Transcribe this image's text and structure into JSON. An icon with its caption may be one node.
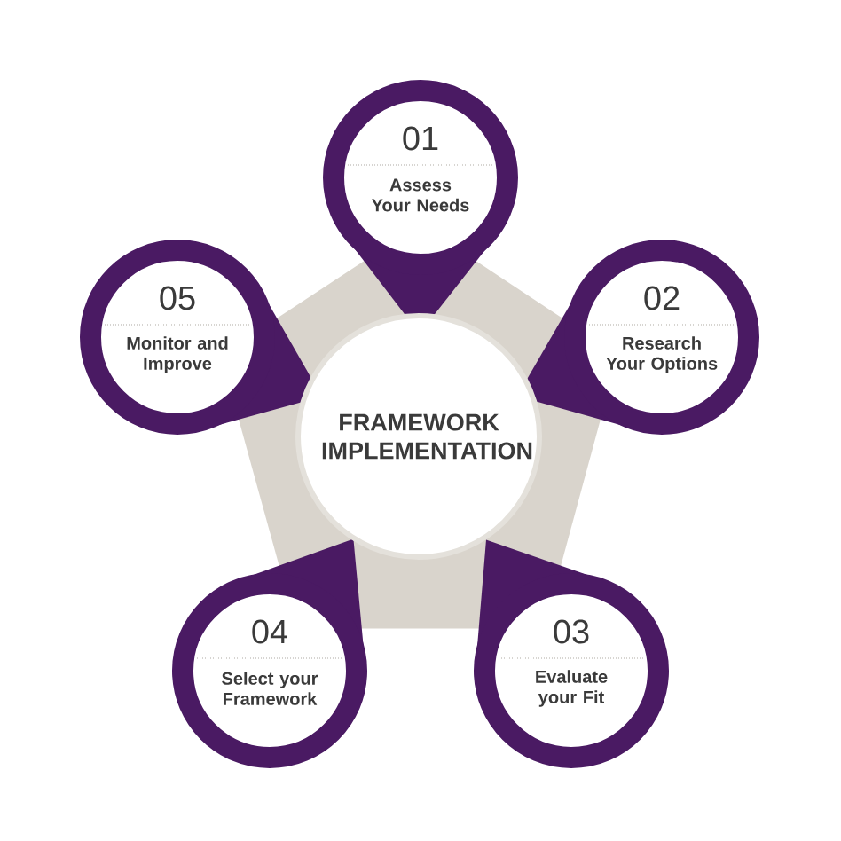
{
  "diagram": {
    "nodes": [
      {
        "text": [
          "FRAMEWORK IMPLEMENTATION"
        ]
      },
      {
        "text": [
          "01",
          "Assess Your Needs"
        ]
      },
      {
        "text": [
          "02",
          "Research Your Options"
        ]
      },
      {
        "text": [
          "03",
          "Evaluate your Fit"
        ]
      },
      {
        "text": [
          "04",
          "Select your Framework"
        ]
      },
      {
        "text": [
          "05",
          "Monitor and Improve"
        ]
      }
    ]
  }
}
